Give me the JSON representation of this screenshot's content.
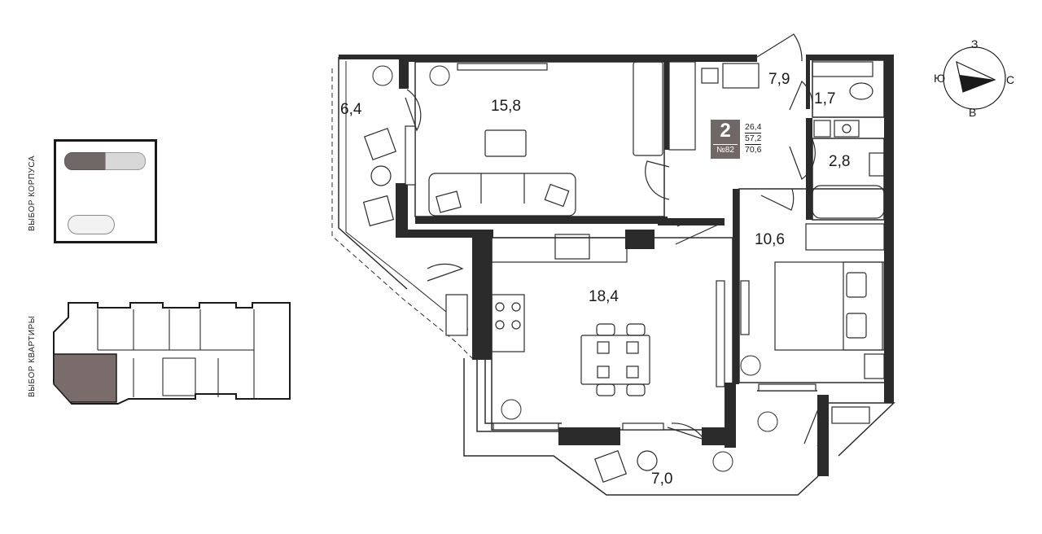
{
  "selectors": {
    "building_label": "ВЫБОР КОРПУСА",
    "apartment_label": "ВЫБОР КВАРТИРЫ"
  },
  "apartment": {
    "rooms": "2",
    "number": "№82",
    "living_area": "26,4",
    "total_area": "57,2",
    "total_with_balconies": "70,6"
  },
  "room_areas": {
    "balcony_west": "6,4",
    "living_room": "15,8",
    "hall": "7,9",
    "wc": "1,7",
    "bathroom": "2,8",
    "kitchen": "18,4",
    "bedroom": "10,6",
    "balcony_south": "7,0"
  },
  "compass": {
    "north": "С",
    "south": "Ю",
    "west": "З",
    "east": "В"
  },
  "colors": {
    "wall": "#2b2b2b",
    "accent": "#6f6866",
    "highlight": "#7a6c6a"
  }
}
